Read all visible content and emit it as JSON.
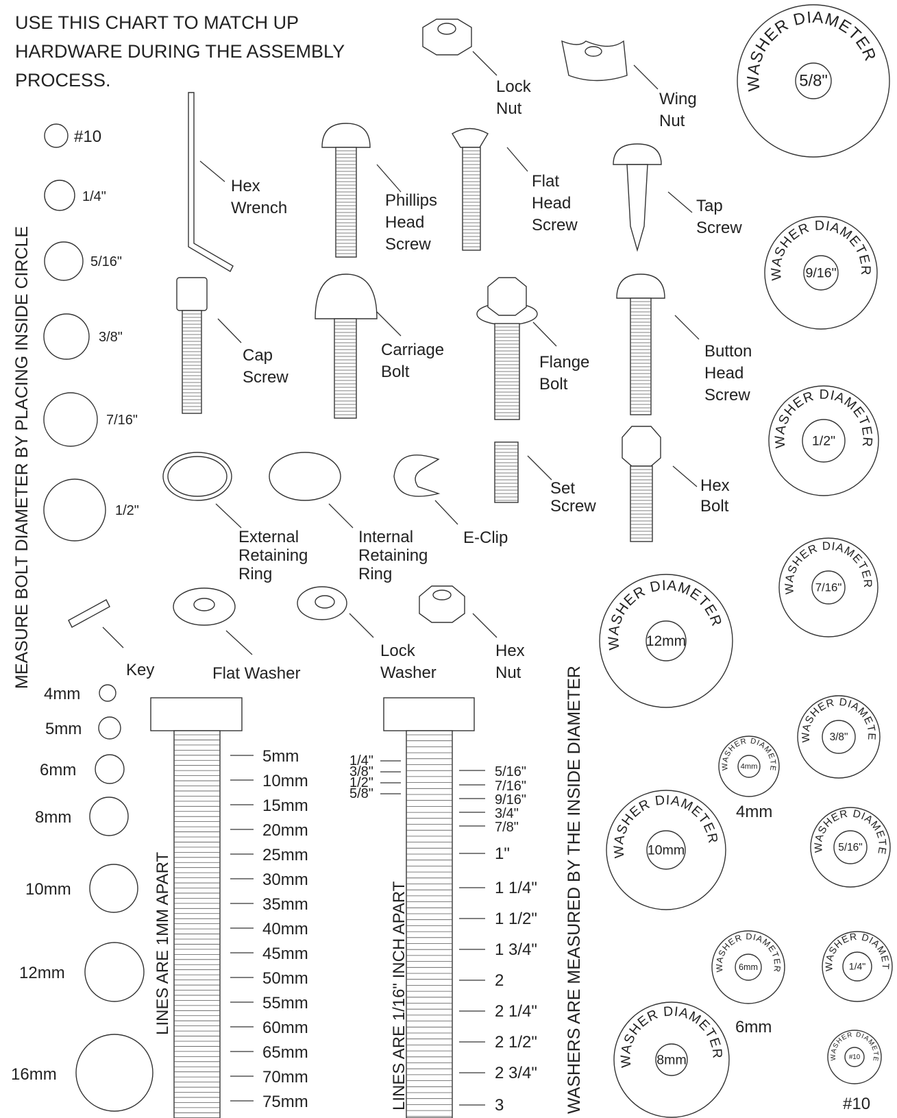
{
  "title_lines": [
    "USE THIS CHART TO MATCH UP",
    "HARDWARE DURING THE ASSEMBLY",
    "PROCESS."
  ],
  "left_vertical_label": "MEASURE BOLT DIAMETER BY PLACING INSIDE CIRCLE",
  "right_vertical_label": "WASHERS ARE MEASURED BY THE INSIDE DIAMETER",
  "bolt_circles_inch": [
    "#10",
    "1/4\"",
    "5/16\"",
    "3/8\"",
    "7/16\"",
    "1/2\""
  ],
  "bolt_circles_mm": [
    "4mm",
    "5mm",
    "6mm",
    "8mm",
    "10mm",
    "12mm",
    "16mm"
  ],
  "hardware": {
    "hex_wrench": "Hex Wrench",
    "phillips": "Phillips Head Screw",
    "flat_head": "Flat Head Screw",
    "tap_screw": "Tap Screw",
    "lock_nut": "Lock Nut",
    "wing_nut": "Wing Nut",
    "cap_screw": "Cap Screw",
    "carriage_bolt": "Carriage Bolt",
    "flange_bolt": "Flange Bolt",
    "button_head": "Button Head Screw",
    "ext_ring": "External Retaining Ring",
    "int_ring": "Internal Retaining Ring",
    "e_clip": "E-Clip",
    "set_screw": "Set Screw",
    "hex_bolt": "Hex Bolt",
    "key": "Key",
    "flat_washer": "Flat Washer",
    "lock_washer": "Lock Washer",
    "hex_nut": "Hex Nut"
  },
  "washer_text": "WASHER DIAMETER",
  "washers": [
    {
      "size": "5/8\""
    },
    {
      "size": "9/16\""
    },
    {
      "size": "1/2\""
    },
    {
      "size": "7/16\""
    },
    {
      "size": "12mm"
    },
    {
      "size": "3/8\""
    },
    {
      "size": "4mm"
    },
    {
      "size": "10mm"
    },
    {
      "size": "5/16\""
    },
    {
      "size": "6mm"
    },
    {
      "size": "1/4\""
    },
    {
      "size": "8mm"
    },
    {
      "size": "#10"
    }
  ],
  "washer_captions": {
    "w4": "4mm",
    "w6": "6mm",
    "w10": "#10"
  },
  "mm_ruler": {
    "caption": "LINES ARE 1MM APART",
    "marks": [
      "5mm",
      "10mm",
      "15mm",
      "20mm",
      "25mm",
      "30mm",
      "35mm",
      "40mm",
      "45mm",
      "50mm",
      "55mm",
      "60mm",
      "65mm",
      "70mm",
      "75mm"
    ]
  },
  "inch_ruler": {
    "caption": "LINES ARE 1/16\" INCH APART",
    "left_marks": [
      "1/4\"",
      "3/8\"",
      "1/2\"",
      "5/8\""
    ],
    "right_marks": [
      "5/16\"",
      "7/16\"",
      "9/16\"",
      "3/4\"",
      "7/8\"",
      "1\"",
      "1 1/4\"",
      "1 1/2\"",
      "1 3/4\"",
      "2",
      "2 1/4\"",
      "2 1/2\"",
      "2 3/4\"",
      "3"
    ]
  }
}
